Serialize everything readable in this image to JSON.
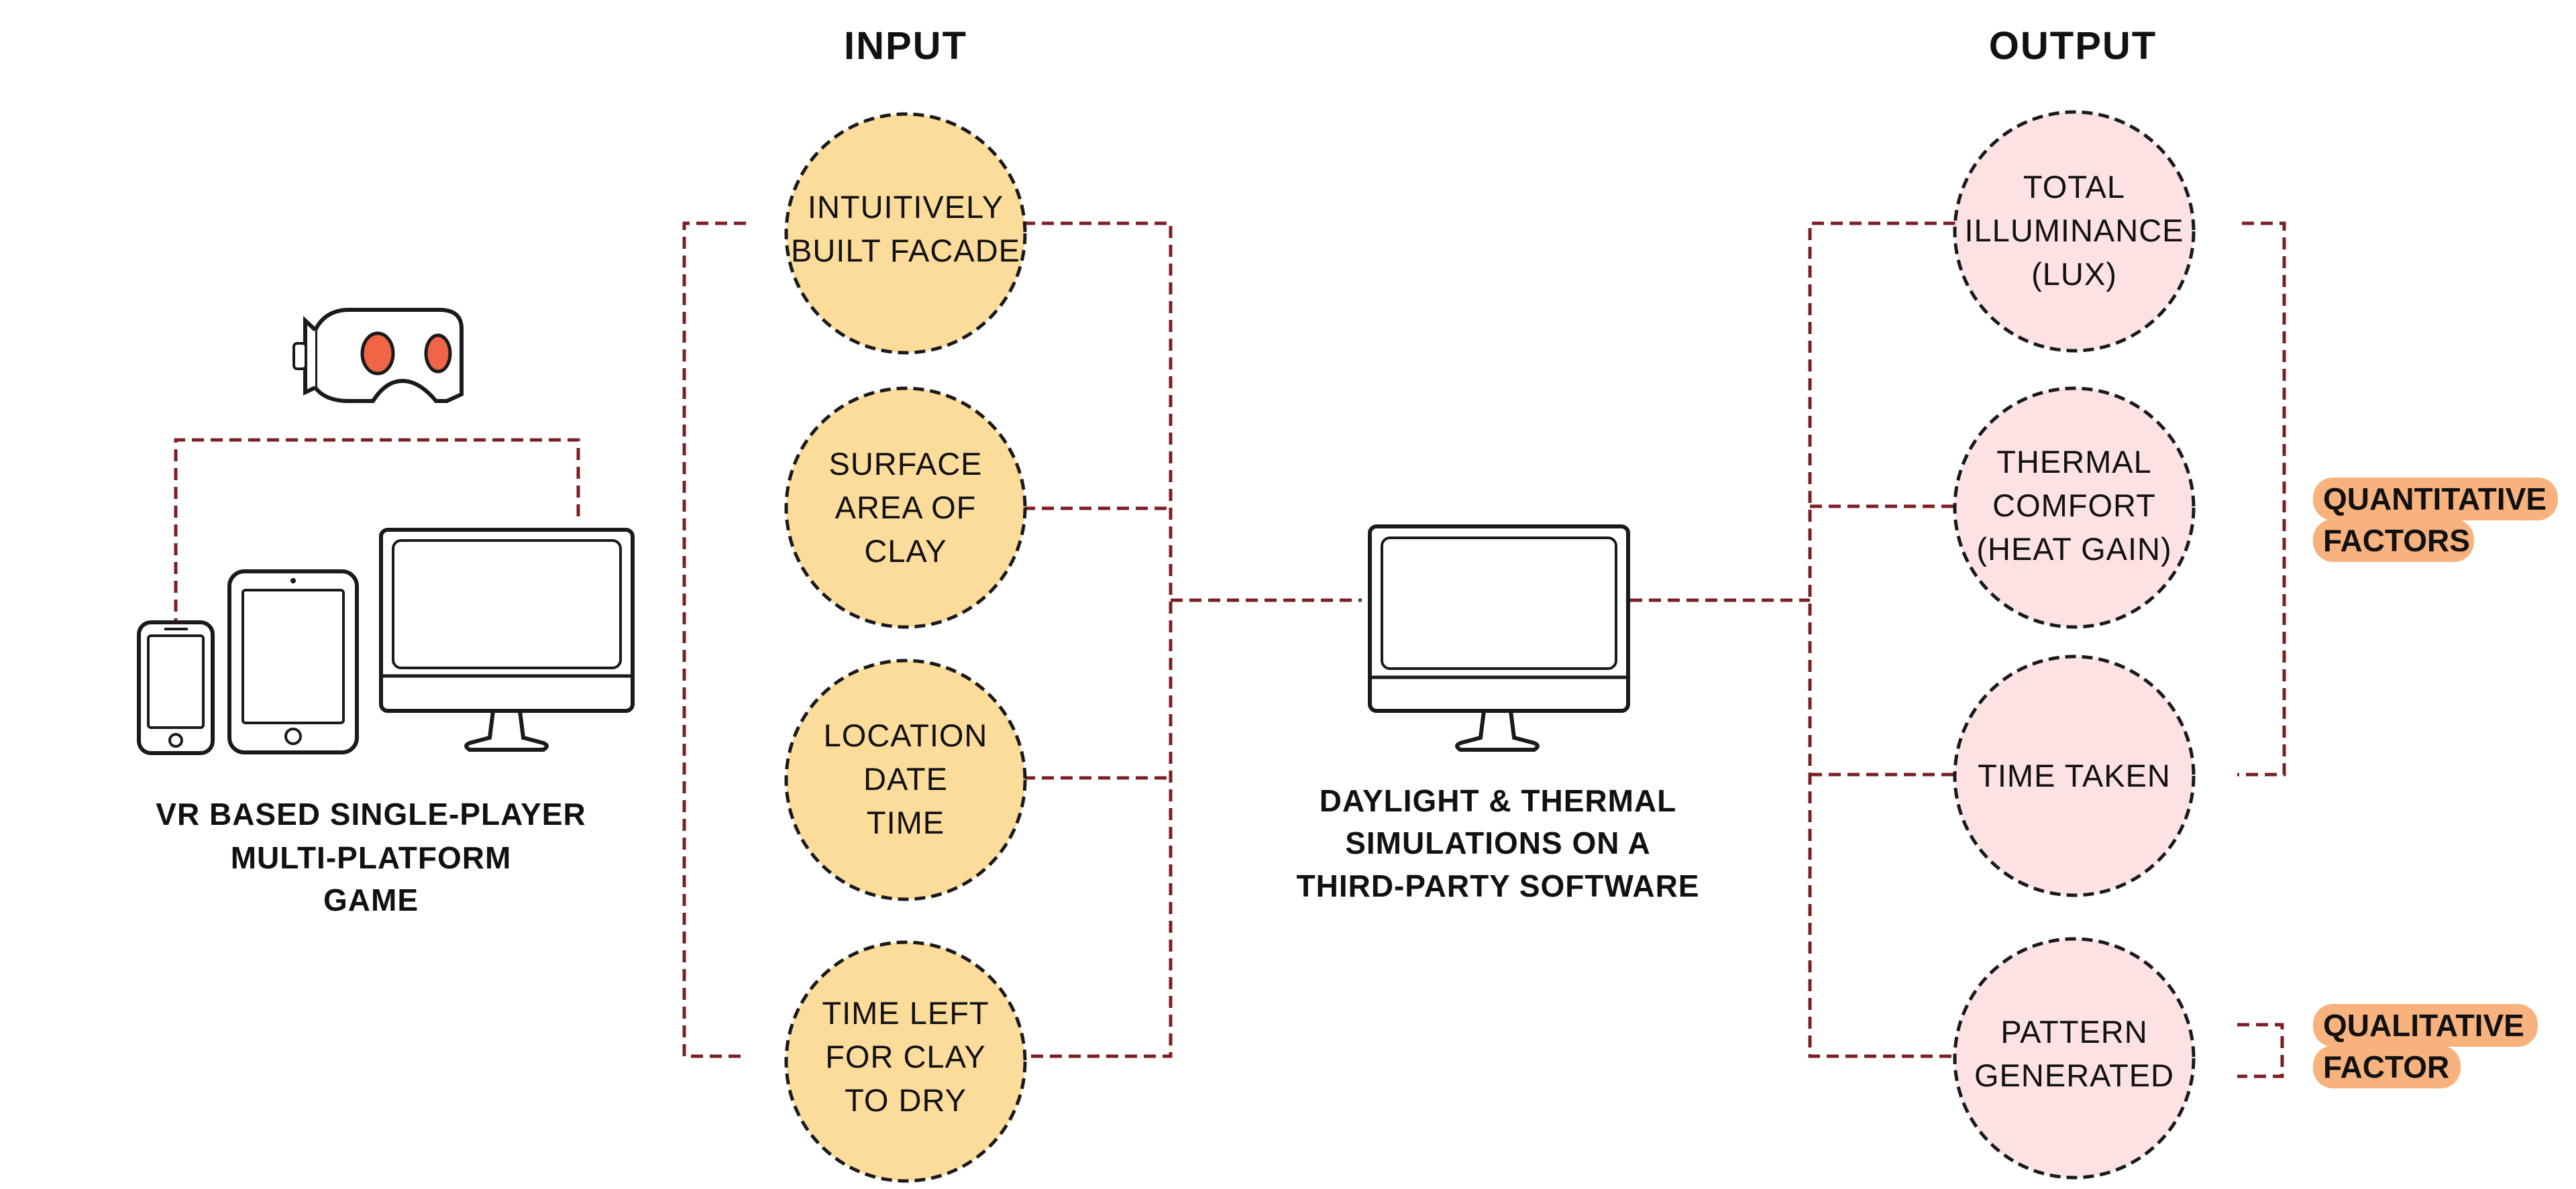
{
  "headings": {
    "input": "INPUT",
    "output": "OUTPUT"
  },
  "game": {
    "lines": [
      "VR BASED SINGLE-PLAYER",
      "MULTI-PLATFORM",
      "GAME"
    ]
  },
  "simulation": {
    "lines": [
      "DAYLIGHT & THERMAL",
      "SIMULATIONS ON A",
      "THIRD-PARTY SOFTWARE"
    ]
  },
  "inputs": [
    {
      "lines": [
        "INTUITIVELY",
        "BUILT FACADE"
      ]
    },
    {
      "lines": [
        "SURFACE",
        "AREA OF",
        "CLAY"
      ]
    },
    {
      "lines": [
        "LOCATION",
        "DATE",
        "TIME"
      ]
    },
    {
      "lines": [
        "TIME LEFT",
        "FOR CLAY",
        "TO DRY"
      ]
    }
  ],
  "outputs": [
    {
      "lines": [
        "TOTAL",
        "ILLUMINANCE",
        "(LUX)"
      ]
    },
    {
      "lines": [
        "THERMAL",
        "COMFORT",
        "(HEAT GAIN)"
      ]
    },
    {
      "lines": [
        "TIME TAKEN"
      ]
    },
    {
      "lines": [
        "PATTERN",
        "GENERATED"
      ]
    }
  ],
  "tags": {
    "quantitative": [
      "QUANTITATIVE",
      "FACTORS"
    ],
    "qualitative": [
      "QUALITATIVE",
      "FACTOR"
    ]
  },
  "colors": {
    "input_fill": "#fcdc9b",
    "output_fill": "#fde2e3",
    "connector": "#7a1f24",
    "tag_fill": "#f7b27e",
    "vr_lens": "#ef6545"
  }
}
